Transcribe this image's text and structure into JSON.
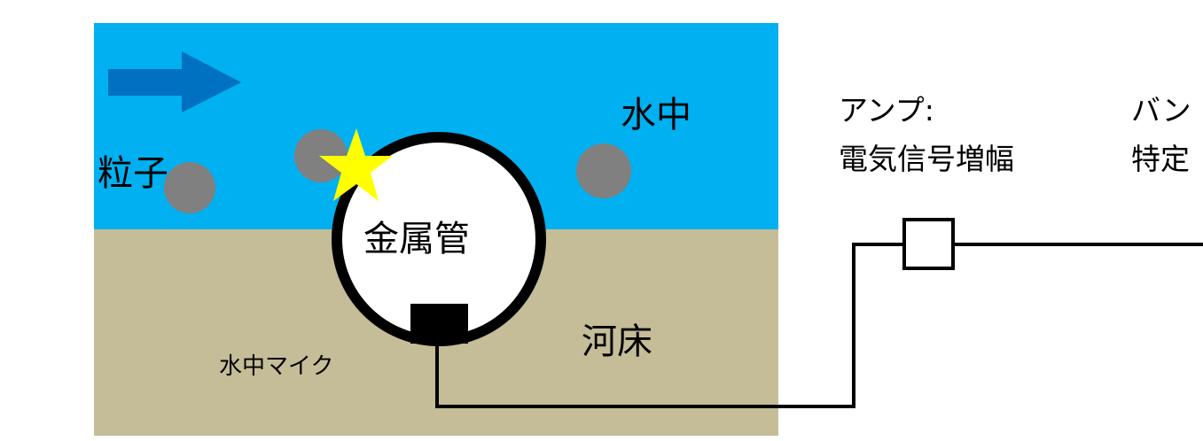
{
  "labels": {
    "water": "水中",
    "particle": "粒子",
    "metal_pipe": "金属管",
    "riverbed": "河床",
    "hydrophone": "水中マイク",
    "amplifier_line1": "アンプ:",
    "amplifier_line2": "電気信号増幅",
    "bandpass_line1": "バン",
    "bandpass_line2": "特定"
  },
  "colors": {
    "water": "#00B0F0",
    "riverbed": "#C4BD97",
    "flow_arrow": "#0070C0",
    "particle": "#808080",
    "impact_star": "#FFFF00",
    "pipe_fill": "#FFFFFF",
    "pipe_outline": "#000000",
    "wire": "#000000"
  },
  "icons": {
    "flow": "arrow-right-icon",
    "impact": "star-icon"
  }
}
